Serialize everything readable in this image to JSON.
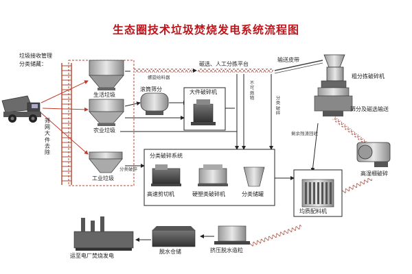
{
  "title": "生态圈技术垃圾焚烧发电系统流程图",
  "colors": {
    "title": "#c0141b",
    "line": "#222222",
    "arrow": "#c0392b",
    "ladder": "#b5452e",
    "dashed": "#b5452e"
  },
  "labels": {
    "reception": "垃圾接收管理",
    "sorting_storage": "分类储藏：",
    "domestic_waste": "生活垃圾",
    "agricultural_waste": "农业垃圾",
    "industrial_waste": "工业垃圾",
    "screw_feeder": "螺旋给料器",
    "drum_screen": "滚筒筛分",
    "large_crusher": "大件破碎机",
    "magnetic_platform": "磁选、人工分拣平台",
    "conveyor_belt": "输送皮带",
    "coarse_crusher": "粗分拣破碎机",
    "screen_magnetic": "筛分及磁选输送",
    "high_wet_crusher": "高湿细破碎",
    "residue_recycle": "剩余残渣回收",
    "hazard_sort": "不可燃物",
    "classified_crush": "分类破碎",
    "sorting_system": "分类破碎系统",
    "classify_crush_small": "分类破碎",
    "high_speed_shear": "高速剪切机",
    "hard_plastic_crusher": "硬塑类破碎机",
    "classified_storage": "分类储罐",
    "homogenize_mixer": "均质配料机",
    "extrusion_dewater": "挤压脱水造粒",
    "dewater_storage": "脱水仓储",
    "power_plant": "运至电厂焚烧发电",
    "screen_vertical": "筛网大件去除"
  }
}
